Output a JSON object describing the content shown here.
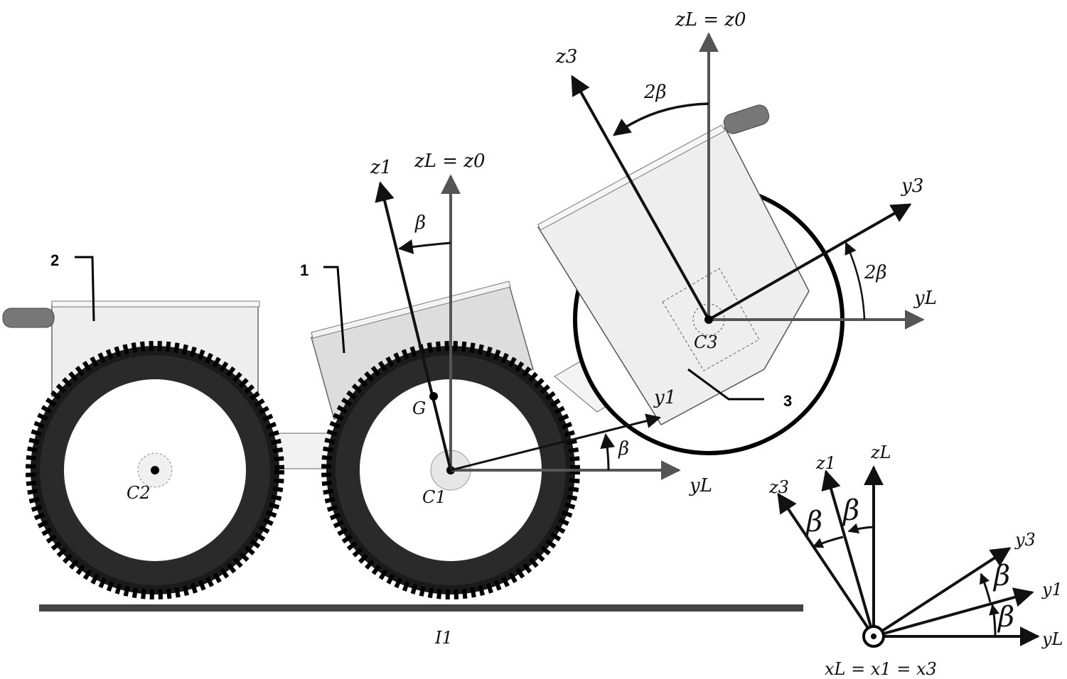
{
  "figure": {
    "labels": {
      "zL_eq_z0_top": "zL = z0",
      "z3_top": "z3",
      "two_beta_top": "2β",
      "y3_main": "y3",
      "two_beta_right": "2β",
      "yL_right": "yL",
      "C3": "C3",
      "num3": "3",
      "z1_main": "z1",
      "zL_eq_z0_mid": "zL = z0",
      "beta_mid": "β",
      "num1": "1",
      "num2": "2",
      "G": "G",
      "y1_main": "y1",
      "beta_low": "β",
      "yL_mid": "yL",
      "C1": "C1",
      "C2": "C2",
      "I1": "I1",
      "inset_z3": "z3",
      "inset_z1": "z1",
      "inset_zL": "zL",
      "inset_beta_a": "β",
      "inset_beta_b": "β",
      "inset_y3": "y3",
      "inset_y1": "y1",
      "inset_beta_c": "β",
      "inset_beta_d": "β",
      "inset_yL": "yL",
      "inset_x_eq": "xL = x1 = x3"
    },
    "colors": {
      "axis": "#000000",
      "axis_grey": "#555555",
      "tire": "#1a1a1a",
      "body_fill": "#ececec",
      "body_fill_dark": "#d9d9d9",
      "ground": "#444444"
    }
  }
}
